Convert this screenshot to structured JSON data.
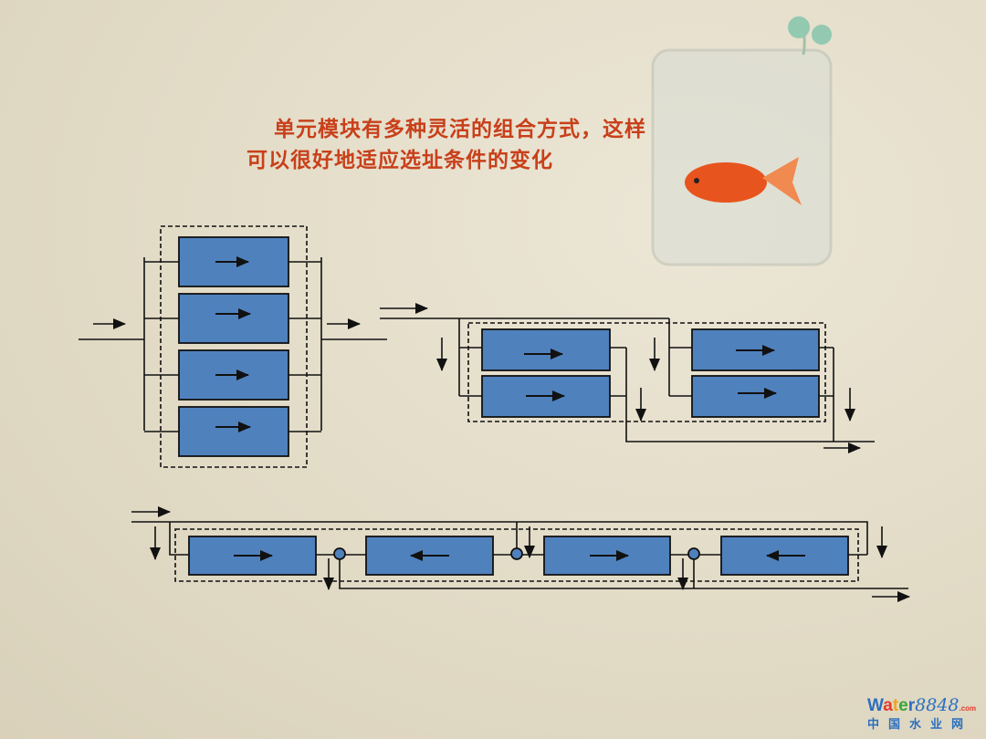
{
  "title": {
    "line1": "单元模块有多种灵活的组合方式，这样",
    "line2": "可以很好地适应选址条件的变化"
  },
  "watermark": {
    "brand_text": "Water8848.com",
    "subtitle": "中国水业网"
  },
  "colors": {
    "module_fill": "#4f81bd",
    "title": "#c8401a",
    "line": "#111111"
  }
}
